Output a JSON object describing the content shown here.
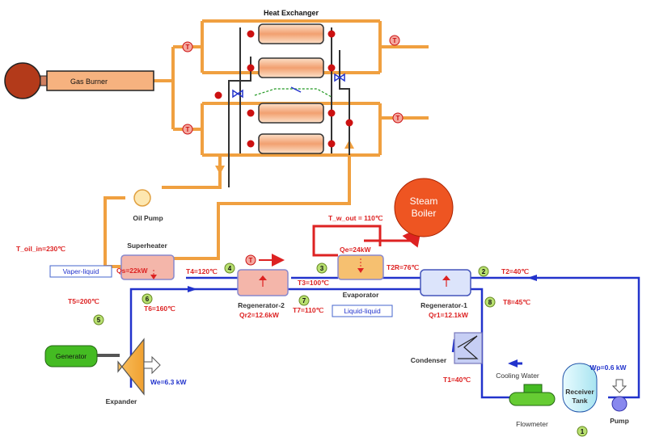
{
  "labels": {
    "heat_exchanger": "Heat Exchanger",
    "gas_burner": "Gas Burner",
    "oil_pump": "Oil Pump",
    "steam_boiler_1": "Steam",
    "steam_boiler_2": "Boiler",
    "superheater": "Superheater",
    "evaporator": "Evaporator",
    "regenerator_2": "Regenerator-2",
    "regenerator_1": "Regenerator-1",
    "condenser": "Condenser",
    "cooling_water": "Cooling Water",
    "flowmeter": "Flowmeter",
    "receiver_tank_1": "Receiver",
    "receiver_tank_2": "Tank",
    "pump": "Pump",
    "generator": "Generator",
    "expander": "Expander",
    "vaper_liquid": "Vaper-liquid",
    "liquid_liquid": "Liquid-liquid",
    "t_marker": "T"
  },
  "values": {
    "t_w_out": "T_w_out = 110℃",
    "t_oil_in": "T_oil_in=230℃",
    "qs": "Qs=22kW",
    "qe": "Qe=24kW",
    "t4": "T4=120℃",
    "t3": "T3=100℃",
    "t2r": "T2R=76℃",
    "t2": "T2=40℃",
    "t5": "T5=200℃",
    "t6": "T6=160℃",
    "t7": "T7=110℃",
    "t8": "T8=45℃",
    "t1": "T1=40℃",
    "qr2": "Qr2=12.6kW",
    "qr1": "Qr1=12.1kW",
    "we": "We=6.3 kW",
    "wp": "Wp=0.6 kW"
  },
  "state_points": [
    "1",
    "2",
    "3",
    "4",
    "5",
    "6",
    "7",
    "8"
  ],
  "colors": {
    "oil_line": "#f0a040",
    "organic_loop": "#2233cc",
    "water_line": "#dd2222",
    "value_text": "#dd2222",
    "state_circle": "#b8e070",
    "burner_fill": "#f6b27f",
    "burner_ball": "#b33a1a",
    "boiler_fill": "#ee5522",
    "generator_fill": "#44bb22",
    "tank_fill": "#c8f0f8",
    "pump_fill": "#8888ee"
  }
}
